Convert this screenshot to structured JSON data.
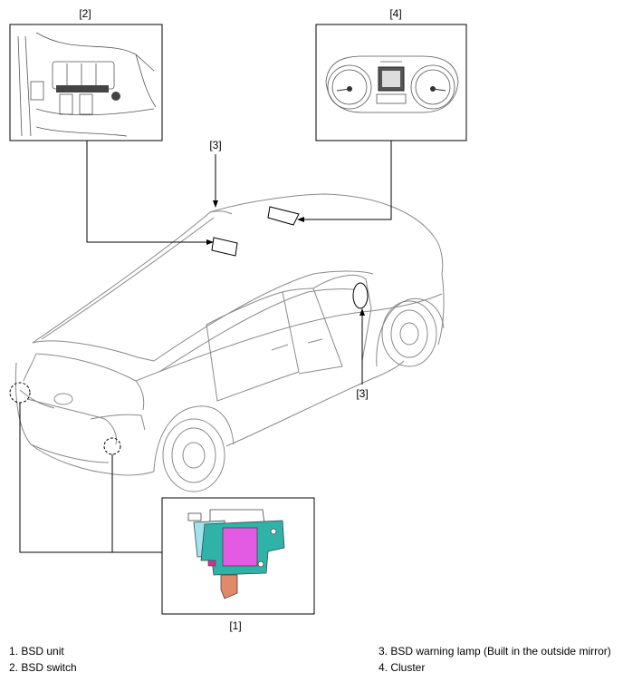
{
  "callouts": {
    "c1": "[1]",
    "c2": "[2]",
    "c3_top": "[3]",
    "c3_mirror": "[3]",
    "c4": "[4]"
  },
  "legend": [
    "1. BSD unit",
    "2. BSD switch",
    "3. BSD warning lamp (Built in the outside mirror)",
    "4. Cluster"
  ],
  "colors": {
    "bsd_unit_body": "#e35be3",
    "bsd_unit_bracket": "#2fb3a8",
    "bsd_unit_plate": "#9fe3f0",
    "bsd_unit_tab": "#e08a6a"
  }
}
